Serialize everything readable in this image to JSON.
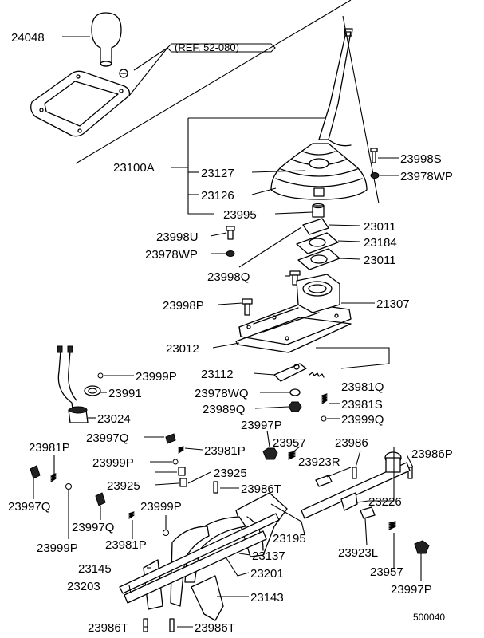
{
  "diagram": {
    "ref_note": "(REF. 52-080)",
    "figure_number": "500040",
    "labels": {
      "p24048": "24048",
      "p23100A": "23100A",
      "p23127": "23127",
      "p23126": "23126",
      "p23995": "23995",
      "p23998S": "23998S",
      "p23978WP_r": "23978WP",
      "p23011_a": "23011",
      "p23184": "23184",
      "p23011_b": "23011",
      "p23998U": "23998U",
      "p23978WP_l": "23978WP",
      "p23998Q": "23998Q",
      "p23998P": "23998P",
      "p21307": "21307",
      "p23012": "23012",
      "p23999P_a": "23999P",
      "p23112": "23112",
      "p23981Q": "23981Q",
      "p23991": "23991",
      "p23978WQ": "23978WQ",
      "p23981S": "23981S",
      "p23989Q": "23989Q",
      "p23999Q": "23999Q",
      "p23024": "23024",
      "p23997P_a": "23997P",
      "p23981P_a": "23981P",
      "p23997Q_a": "23997Q",
      "p23981P_b": "23981P",
      "p23957_a": "23957",
      "p23986": "23986",
      "p23999P_b": "23999P",
      "p23923R": "23923R",
      "p23986P": "23986P",
      "p23925_a": "23925",
      "p23925_b": "23925",
      "p23986T_a": "23986T",
      "p23226": "23226",
      "p23997Q_b": "23997Q",
      "p23999P_c": "23999P",
      "p23997Q_c": "23997Q",
      "p23195": "23195",
      "p23999P_d": "23999P",
      "p23981P_c": "23981P",
      "p23137": "23137",
      "p23923L": "23923L",
      "p23145": "23145",
      "p23201": "23201",
      "p23957_b": "23957",
      "p23203": "23203",
      "p23143": "23143",
      "p23997P_b": "23997P",
      "p23986T_b": "23986T",
      "p23986T_c": "23986T"
    }
  }
}
